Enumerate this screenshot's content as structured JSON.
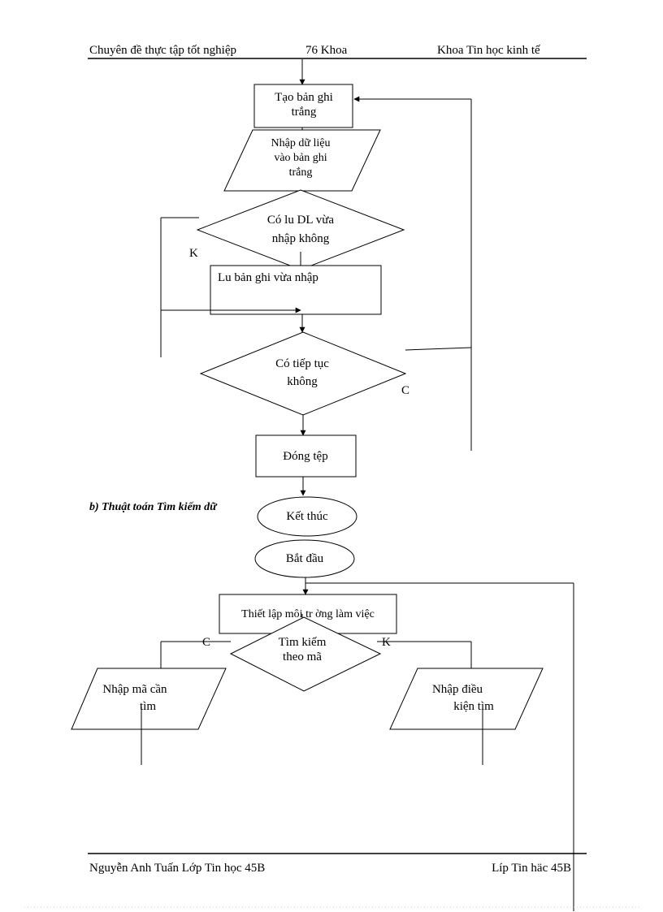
{
  "header": {
    "left": "Chuyên đề thực tập tốt nghiệp",
    "middle": "76 Khoa",
    "right": "Khoa Tin học kinh tế"
  },
  "footer": {
    "left": "Nguyễn Anh Tuấn Lớp Tin học 45B",
    "right": "Líp Tin häc 45B"
  },
  "section_heading": "b) Thuật toán Tìm kiếm dữ",
  "flow1": {
    "create_record_l1": "Tạo bản ghi",
    "create_record_l2": "trắng",
    "input_data_l1": "Nhập dữ liệu",
    "input_data_l2": "vào bản ghi",
    "input_data_l3": "trắng",
    "save_question_l1": "Có lu    DL vừa",
    "save_question_l2": "nhập không",
    "save_record": "Lu   bản ghi vừa nhập",
    "continue_question_l1": "Có tiếp tục",
    "continue_question_l2": "không",
    "close_file": "Đóng tệp",
    "end": "Kết thúc",
    "label_k": "K",
    "label_c": "C"
  },
  "flow2": {
    "start": "Bắt đầu",
    "setup_env": "Thiết lập môi tr ờng làm việc",
    "search_question_l1": "Tìm kiếm",
    "search_question_l2": "theo mã",
    "label_c": "C",
    "label_k": "K",
    "input_code_l1": "Nhập mã cần",
    "input_code_l2": "tìm",
    "input_cond_l1": "Nhập điều",
    "input_cond_l2": "kiện tìm"
  }
}
